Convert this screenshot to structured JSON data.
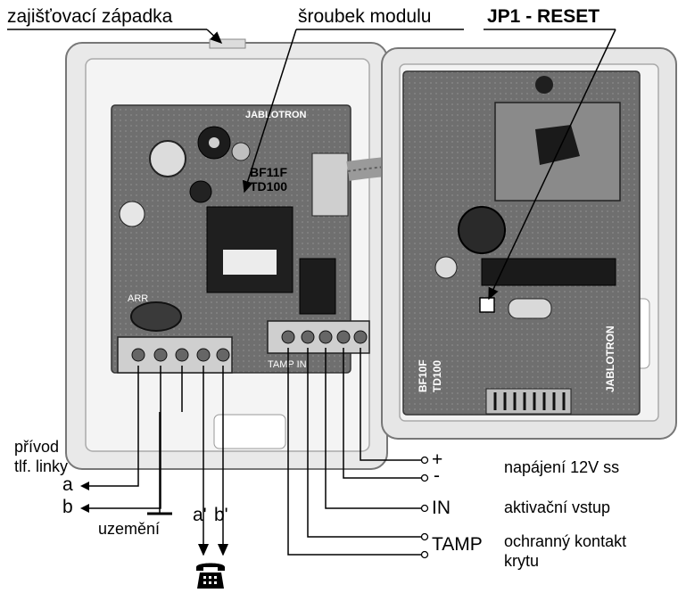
{
  "callouts": {
    "latch": "zajišťovací západka",
    "module_screw": "šroubek modulu",
    "jumper": "JP1 - RESET"
  },
  "board": {
    "brand_left": "JABLOTRON",
    "brand_right": "JABLOTRON",
    "module_left": "BF11F",
    "module_left_2": "TD100",
    "module_right": "BF10F",
    "module_right_2": "TD100",
    "terminal_left_label": "TAMP  IN",
    "arr_label": "ARR"
  },
  "phone_line": {
    "title_1": "přívod",
    "title_2": "tlf. linky",
    "a": "a",
    "b": "b",
    "ground": "uzemění",
    "a_prime": "a'",
    "b_prime": "b'"
  },
  "terminals": {
    "plus": "+",
    "minus": "-",
    "in": "IN",
    "tamp": "TAMP"
  },
  "descriptions": {
    "power": "napájení 12V ss",
    "activation": "aktivační vstup",
    "tamper_1": "ochranný kontakt",
    "tamper_2": "krytu"
  },
  "icons": {
    "telephone": "telephone-icon"
  }
}
